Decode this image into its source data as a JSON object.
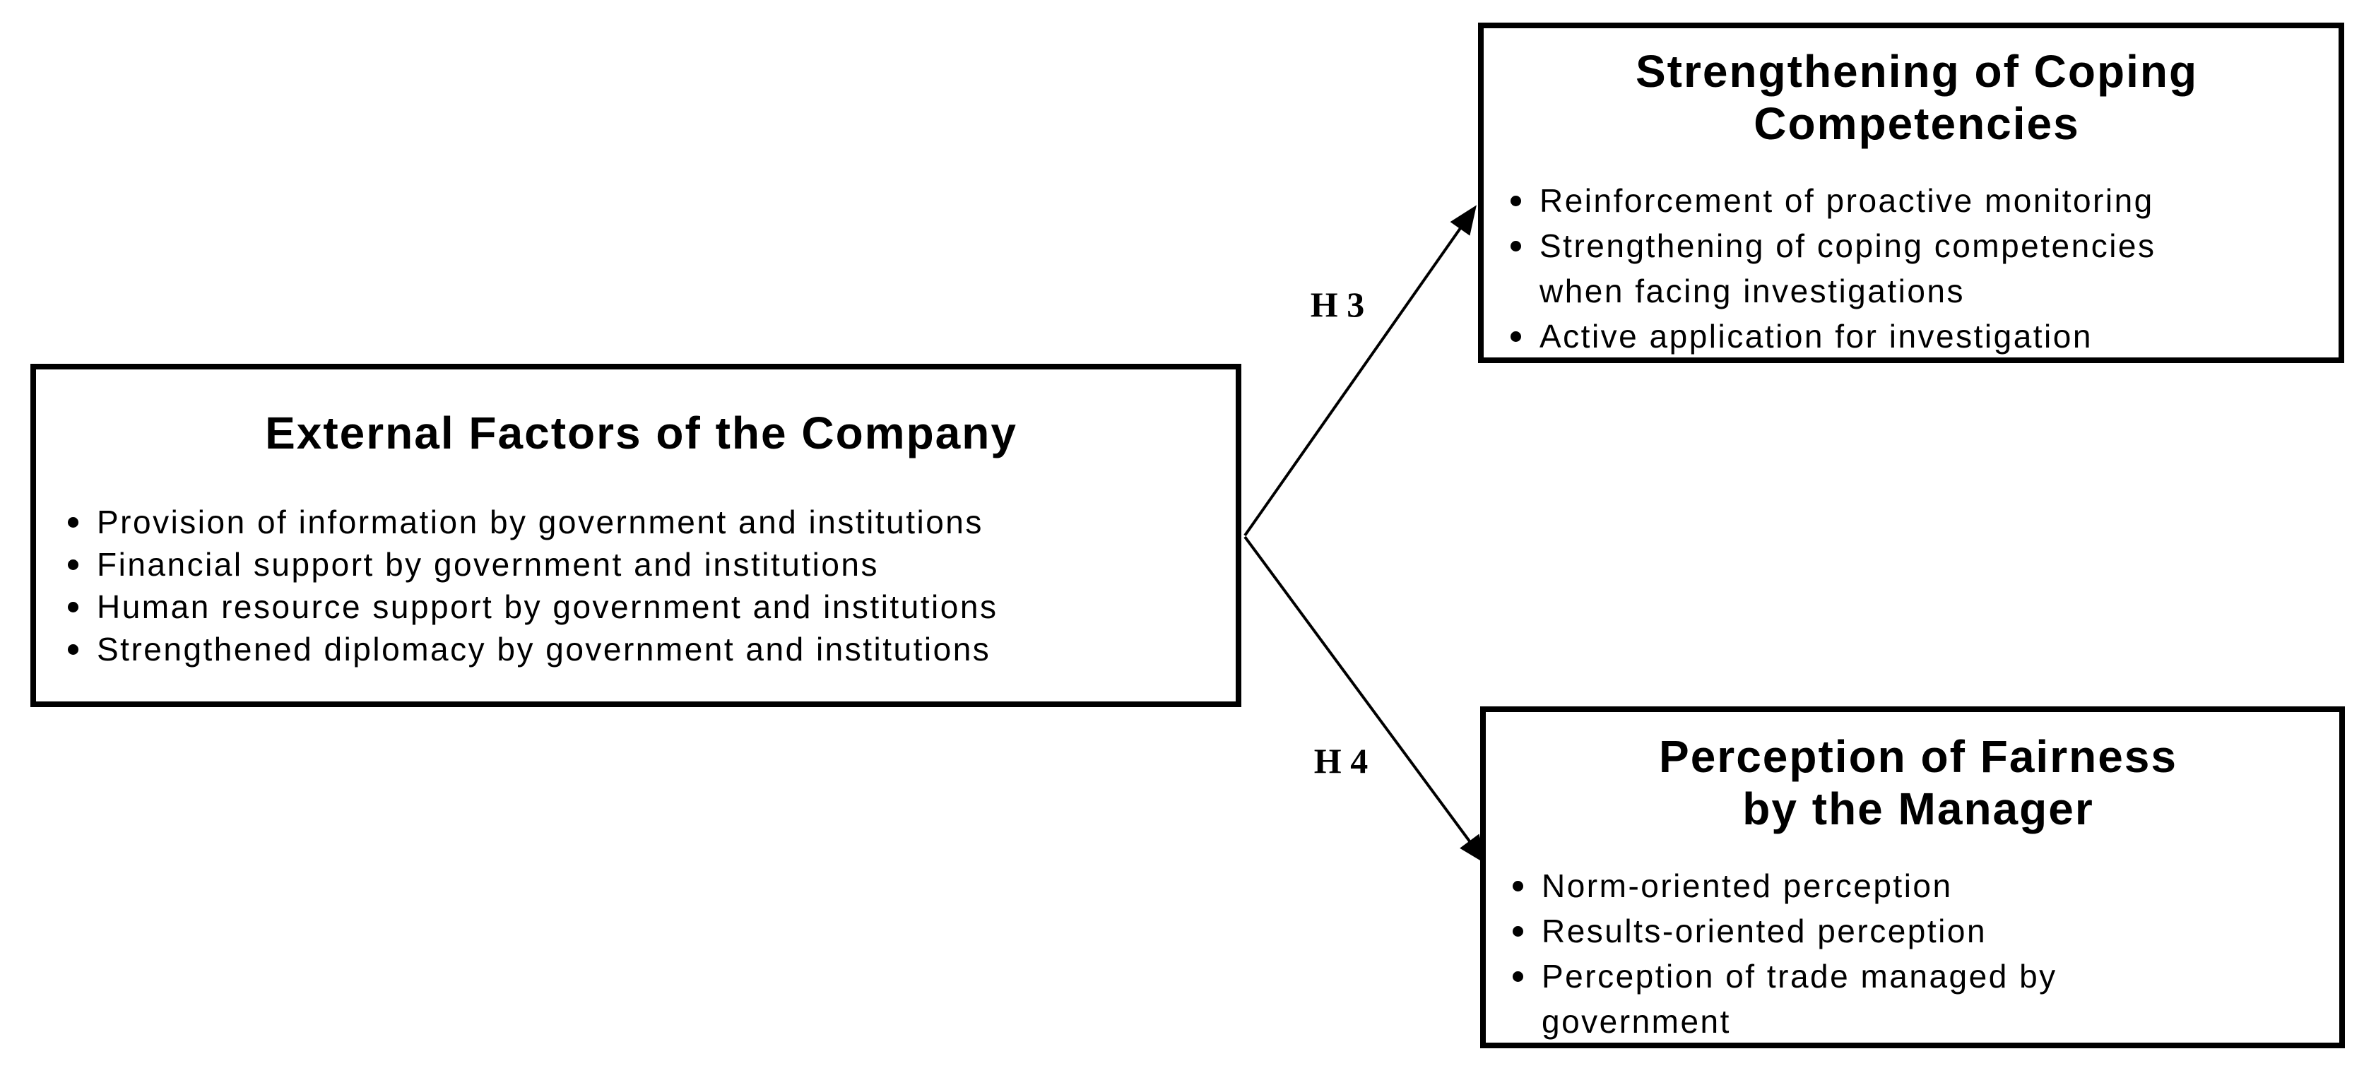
{
  "diagram": {
    "boxes": {
      "external_factors": {
        "title": "External Factors of the Company",
        "bullets": [
          "Provision of information by government and institutions",
          "Financial support by government and institutions",
          "Human resource support by government and institutions",
          "Strengthened diplomacy by government and institutions"
        ]
      },
      "coping_competencies": {
        "title": "Strengthening of Coping\nCompetencies",
        "bullets": [
          "Reinforcement of proactive monitoring",
          "Strengthening of coping competencies\nwhen facing investigations",
          "Active application for investigation"
        ]
      },
      "fairness_perception": {
        "title": "Perception of Fairness\nby the Manager",
        "bullets": [
          "Norm-oriented perception",
          "Results-oriented perception",
          "Perception of trade managed by\ngovernment"
        ]
      }
    },
    "arrows": [
      {
        "label": "H 3",
        "from": "external_factors",
        "to": "coping_competencies"
      },
      {
        "label": "H 4",
        "from": "external_factors",
        "to": "fairness_perception"
      }
    ],
    "colors": {
      "line": "#000000",
      "text": "#000000",
      "background": "#ffffff"
    }
  }
}
